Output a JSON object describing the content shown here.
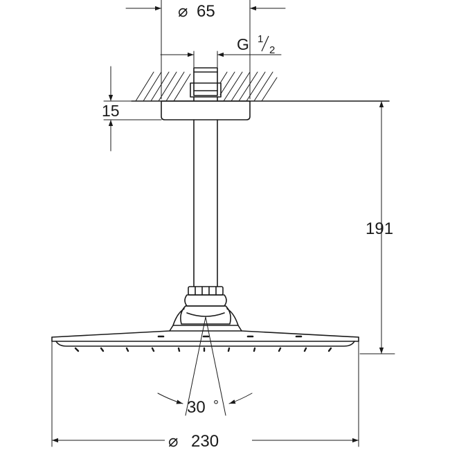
{
  "dimensions": {
    "top_diameter_symbol": "⌀",
    "top_diameter_value": "65",
    "thread_prefix": "G",
    "thread_num": "1",
    "thread_den": "2",
    "flange_height": "15",
    "total_height": "191",
    "angle_value": "30",
    "angle_unit": "°",
    "head_diameter_symbol": "⌀",
    "head_diameter_value": "230"
  },
  "colors": {
    "line": "#1a1a1a",
    "background": "#ffffff"
  }
}
